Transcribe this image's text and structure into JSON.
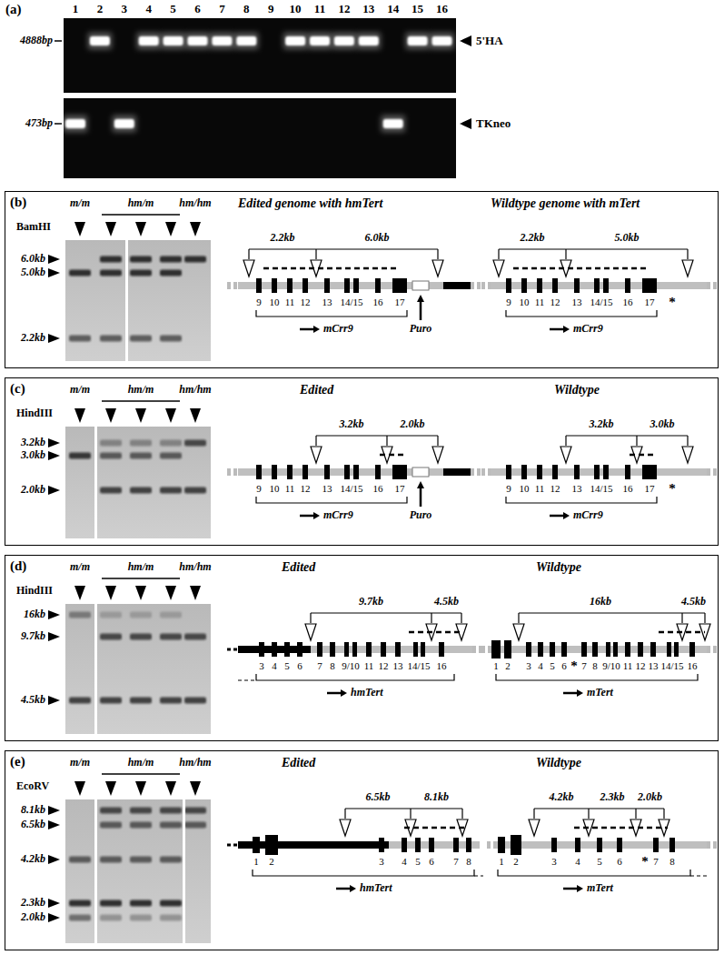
{
  "diagram": {
    "nodes": [
      {
        "text": [
          "(b)"
        ]
      },
      {
        "text": [
          "(c)"
        ]
      },
      {
        "text": [
          "(d)"
        ]
      },
      {
        "text": [
          "(e)"
        ]
      }
    ],
    "labels": [
      "(a)",
      "1",
      "2",
      "3",
      "4",
      "5",
      "6",
      "7",
      "8",
      "9",
      "10",
      "11",
      "12",
      "13",
      "14",
      "15",
      "16",
      "4888bp",
      "473bp",
      "5'HA",
      "TKneo",
      "m/m",
      "hm/m",
      "hm/hm",
      "BamHI",
      "6.0kb",
      "5.0kb",
      "2.2kb",
      "Edited genome with hmTert",
      "2.2kb",
      "6.0kb",
      "9",
      "10",
      "11",
      "12",
      "13",
      "14/15",
      "16",
      "17",
      "Puro",
      "mCrr9",
      "Wildtype genome with mTert",
      "2.2kb",
      "5.0kb",
      "*",
      "9",
      "10",
      "11",
      "12",
      "13",
      "14/15",
      "16",
      "17",
      "mCrr9",
      "m/m",
      "hm/m",
      "hm/hm",
      "HindIII",
      "3.2kb",
      "3.0kb",
      "2.0kb",
      "Edited",
      "3.2kb",
      "2.0kb",
      "9",
      "10",
      "11",
      "12",
      "13",
      "14/15",
      "16",
      "17",
      "Puro",
      "mCrr9",
      "Wildtype",
      "3.2kb",
      "3.0kb",
      "*",
      "9",
      "10",
      "11",
      "12",
      "13",
      "14/15",
      "16",
      "17",
      "mCrr9",
      "m/m",
      "hm/m",
      "hm/hm",
      "HindIII",
      "16kb",
      "9.7kb",
      "4.5kb",
      "Edited",
      "9.7kb",
      "4.5kb",
      "3",
      "4",
      "5",
      "6",
      "7",
      "8",
      "9/10",
      "11",
      "12",
      "13",
      "14/15",
      "16",
      "hmTert",
      "Wildtype",
      "16kb",
      "4.5kb",
      "*",
      "1",
      "2",
      "3",
      "4",
      "5",
      "6",
      "7",
      "8",
      "9/10",
      "11",
      "12",
      "13",
      "14/15",
      "16",
      "mTert",
      "m/m",
      "hm/m",
      "hm/hm",
      "EcoRV",
      "8.1kb",
      "6.5kb",
      "4.2kb",
      "2.3kb",
      "2.0kb",
      "Edited",
      "6.5kb",
      "8.1kb",
      "1",
      "2",
      "3",
      "4",
      "5",
      "6",
      "7",
      "8",
      "hmTert",
      "Wildtype",
      "4.2kb",
      "2.3kb",
      "2.0kb",
      "*",
      "1",
      "2",
      "3",
      "4",
      "5",
      "6",
      "7",
      "8",
      "mTert"
    ]
  }
}
